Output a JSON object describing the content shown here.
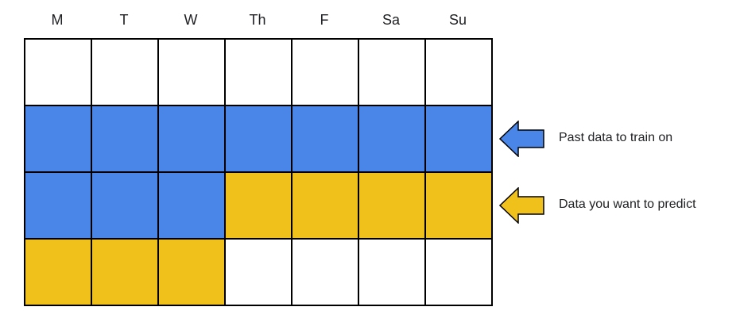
{
  "days": [
    "M",
    "T",
    "W",
    "Th",
    "F",
    "Sa",
    "Su"
  ],
  "grid": {
    "rows": [
      [
        "empty",
        "empty",
        "empty",
        "empty",
        "empty",
        "empty",
        "empty"
      ],
      [
        "train",
        "train",
        "train",
        "train",
        "train",
        "train",
        "train"
      ],
      [
        "train",
        "train",
        "train",
        "predict",
        "predict",
        "predict",
        "predict"
      ],
      [
        "predict",
        "predict",
        "predict",
        "empty",
        "empty",
        "empty",
        "empty"
      ]
    ]
  },
  "legend": {
    "train_label": "Past data to train on",
    "predict_label": "Data you want to predict"
  },
  "colors": {
    "train": "#4a86e8",
    "predict": "#f1c11b",
    "empty": "#ffffff",
    "border": "#000000"
  }
}
